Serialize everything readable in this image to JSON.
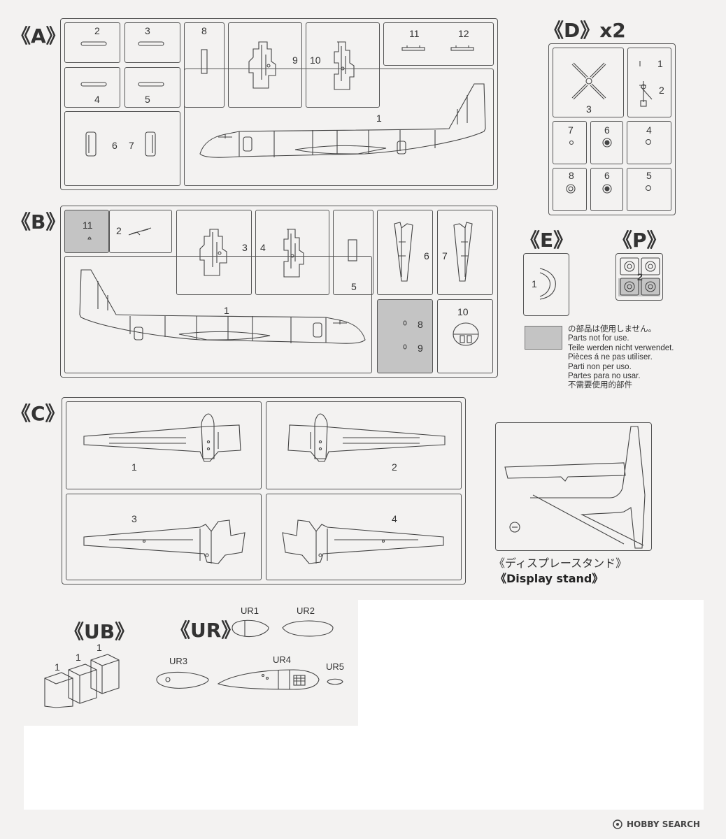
{
  "sprues": {
    "A": {
      "label": "《A》",
      "nums": {
        "n2": "2",
        "n3": "3",
        "n8": "8",
        "n9": "9",
        "n10": "10",
        "n11": "11",
        "n12": "12",
        "n4": "4",
        "n5": "5",
        "n6": "6",
        "n7": "7",
        "n1": "1"
      }
    },
    "B": {
      "label": "《B》",
      "nums": {
        "n11": "11",
        "n2": "2",
        "n3": "3",
        "n4": "4",
        "n5": "5",
        "n6": "6",
        "n7": "7",
        "n1": "1",
        "n8": "8",
        "n9": "9",
        "n10": "10"
      }
    },
    "C": {
      "label": "《C》",
      "nums": {
        "n1": "1",
        "n2": "2",
        "n3": "3",
        "n4": "4"
      }
    },
    "D": {
      "label": "《D》x2",
      "nums": {
        "n1": "1",
        "n2": "2",
        "n3": "3",
        "n4": "4",
        "n5": "5",
        "n6a": "6",
        "n6b": "6",
        "n7": "7",
        "n8": "8"
      }
    },
    "E": {
      "label": "《E》",
      "nums": {
        "n1": "1"
      }
    },
    "P": {
      "label": "《P》",
      "nums": {
        "n2": "2"
      }
    },
    "UB": {
      "label": "《UB》",
      "nums": {
        "a": "1",
        "b": "1",
        "c": "1"
      }
    },
    "UR": {
      "label": "《UR》",
      "parts": {
        "ur1": "UR1",
        "ur2": "UR2",
        "ur3": "UR3",
        "ur4": "UR4",
        "ur5": "UR5"
      }
    }
  },
  "legend": {
    "lines": [
      "の部品は使用しません。",
      "Parts not for use.",
      "Teile werden nicht verwendet.",
      "Pièces á ne pas utiliser.",
      "Parti non per uso.",
      "Partes para no usar.",
      "不需要使用的部件"
    ],
    "swatch_color": "#c4c4c4"
  },
  "display_stand": {
    "jp": "《ディスプレースタンド》",
    "en": "《Display stand》"
  },
  "watermark": "HOBBY SEARCH"
}
